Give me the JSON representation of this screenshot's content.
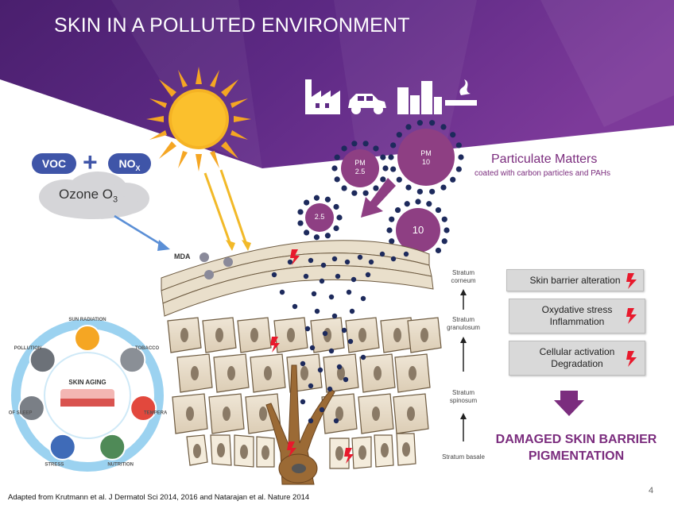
{
  "header": {
    "title": "SKIN IN A POLLUTED ENVIRONMENT"
  },
  "ozone": {
    "voc": "VOC",
    "plus": "+",
    "nox": "NO",
    "nox_sub": "X",
    "label": "Ozone O",
    "label_sub": "3"
  },
  "mda_label": "MDA",
  "particulates": {
    "title": "Particulate Matters",
    "subtitle": "coated with carbon particles and PAHs",
    "pm25_label": [
      "PM",
      "2.5"
    ],
    "pm10_label": [
      "PM",
      "10"
    ],
    "small_25": "2.5",
    "small_10": "10"
  },
  "skin_layers": [
    {
      "lines": [
        "Stratum",
        "corneum"
      ]
    },
    {
      "lines": [
        "Stratum",
        "granulosum"
      ]
    },
    {
      "lines": [
        "Stratum",
        "spinosum"
      ]
    },
    {
      "lines": [
        "Stratum basale"
      ]
    }
  ],
  "effects": [
    {
      "lines": [
        "Skin barrier alteration"
      ]
    },
    {
      "lines": [
        "Oxydative stress",
        "Inflammation"
      ]
    },
    {
      "lines": [
        "Cellular activation",
        "Degradation"
      ]
    }
  ],
  "result": {
    "line1": "DAMAGED SKIN BARRIER",
    "line2": "PIGMENTATION"
  },
  "wheel": {
    "center": "SKIN AGING",
    "segments": [
      "SUN RADIATION",
      "TOBACCO",
      "TEMPERATURE",
      "NUTRITION",
      "STRESS",
      "LACK OF SLEEP",
      "POLLUTION"
    ]
  },
  "footer": {
    "source": "Adapted from Krutmann et al. J Dermatol Sci  2014, 2016 and Natarajan et al. Nature 2014",
    "page": "4"
  },
  "colors": {
    "purple": "#5b2a80",
    "accent": "#7b2d7e",
    "pill_blue": "#3f55a8",
    "arrow_blue": "#5b8fd6",
    "sun": "#f5a623",
    "flash": "#e8192c"
  }
}
